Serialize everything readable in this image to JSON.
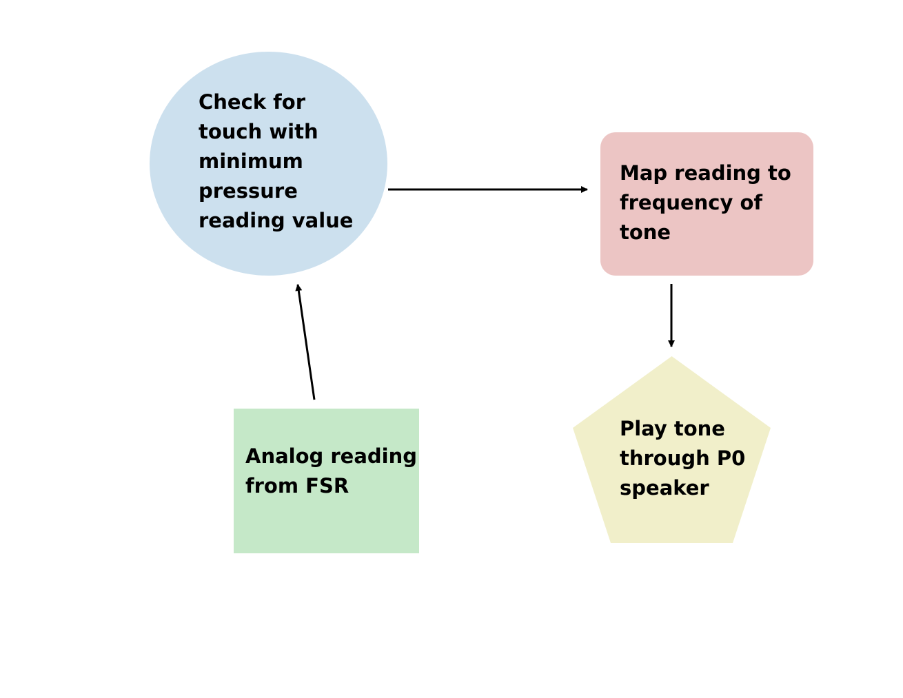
{
  "diagram": {
    "nodes": [
      {
        "id": "check-touch",
        "shape": "circle",
        "color": "#cce0ee",
        "lines": [
          "Check for",
          "touch with",
          "minimum",
          "pressure",
          "reading value"
        ]
      },
      {
        "id": "map-reading",
        "shape": "rounded-rectangle",
        "color": "#ecc5c4",
        "lines": [
          "Map reading to",
          "frequency of",
          "tone"
        ]
      },
      {
        "id": "analog-reading",
        "shape": "square",
        "color": "#c5e8c8",
        "lines": [
          "Analog reading",
          "from FSR"
        ]
      },
      {
        "id": "play-tone",
        "shape": "pentagon",
        "color": "#f1efca",
        "lines": [
          "Play tone",
          "through P0",
          "speaker"
        ]
      }
    ],
    "edges": [
      {
        "from": "analog-reading",
        "to": "check-touch"
      },
      {
        "from": "check-touch",
        "to": "map-reading"
      },
      {
        "from": "map-reading",
        "to": "play-tone"
      }
    ],
    "arrow_color": "#000000"
  }
}
